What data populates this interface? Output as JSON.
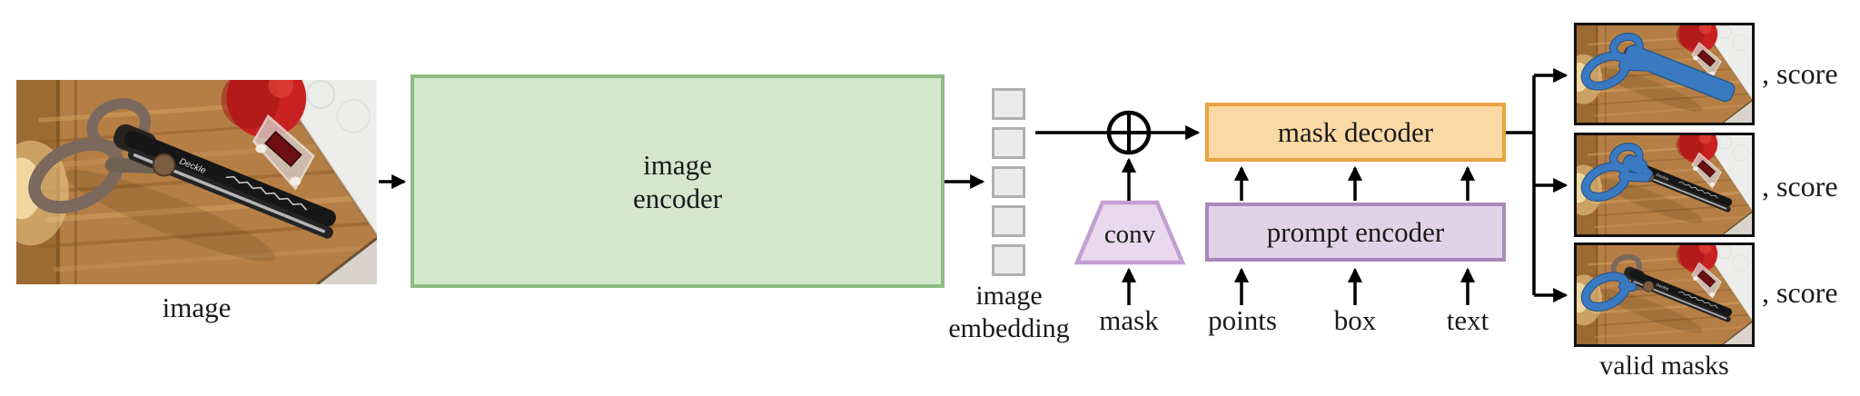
{
  "figure": {
    "input": {
      "label": "image",
      "blade_text": "Deckle"
    },
    "image_encoder": {
      "lines": [
        "image",
        "encoder"
      ]
    },
    "embedding": {
      "lines": [
        "image",
        "embedding"
      ],
      "token_count": 5
    },
    "conv": {
      "label": "conv"
    },
    "mask_input": {
      "label": "mask"
    },
    "prompts": {
      "points": "points",
      "box": "box",
      "text": "text"
    },
    "mask_decoder": {
      "label": "mask decoder"
    },
    "prompt_encoder": {
      "label": "prompt encoder"
    },
    "outputs": {
      "score_label": ", score",
      "caption": "valid masks",
      "masks": [
        "whole-scissors",
        "handles-only",
        "bottom-handle-only"
      ]
    },
    "colors": {
      "green_fill": "#d4e7cd",
      "green_border": "#8fbc81",
      "orange_fill": "#fbd9a4",
      "orange_border": "#e8a23e",
      "purple_fill": "#e2d2e8",
      "purple_border": "#a988bb",
      "conv_fill": "#ead9ee",
      "conv_border": "#c39fd1",
      "token_fill": "#ebebeb",
      "token_border": "#b0b0b0",
      "mask_blue": "#3a7ac2",
      "mask_blue_dark": "#27588f",
      "arrow_color": "#000000",
      "text_color": "#1a1a1a"
    }
  }
}
